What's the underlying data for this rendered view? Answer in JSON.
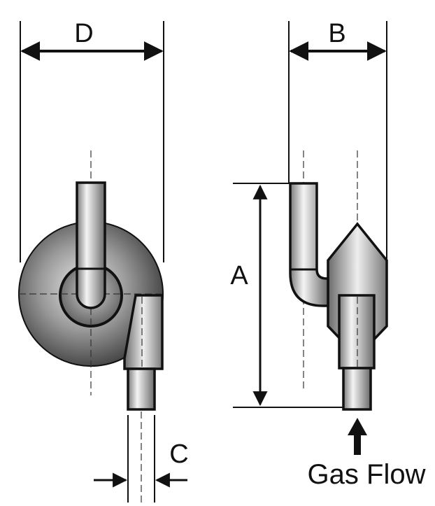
{
  "labels": {
    "dim_d": "D",
    "dim_b": "B",
    "dim_a": "A",
    "dim_c": "C",
    "gas_flow": "Gas Flow"
  },
  "colors": {
    "outline": "#111111",
    "metal_light": "#f2f2f2",
    "metal_mid": "#a8a8a8",
    "metal_dark": "#3a3a3a",
    "background": "#ffffff"
  }
}
